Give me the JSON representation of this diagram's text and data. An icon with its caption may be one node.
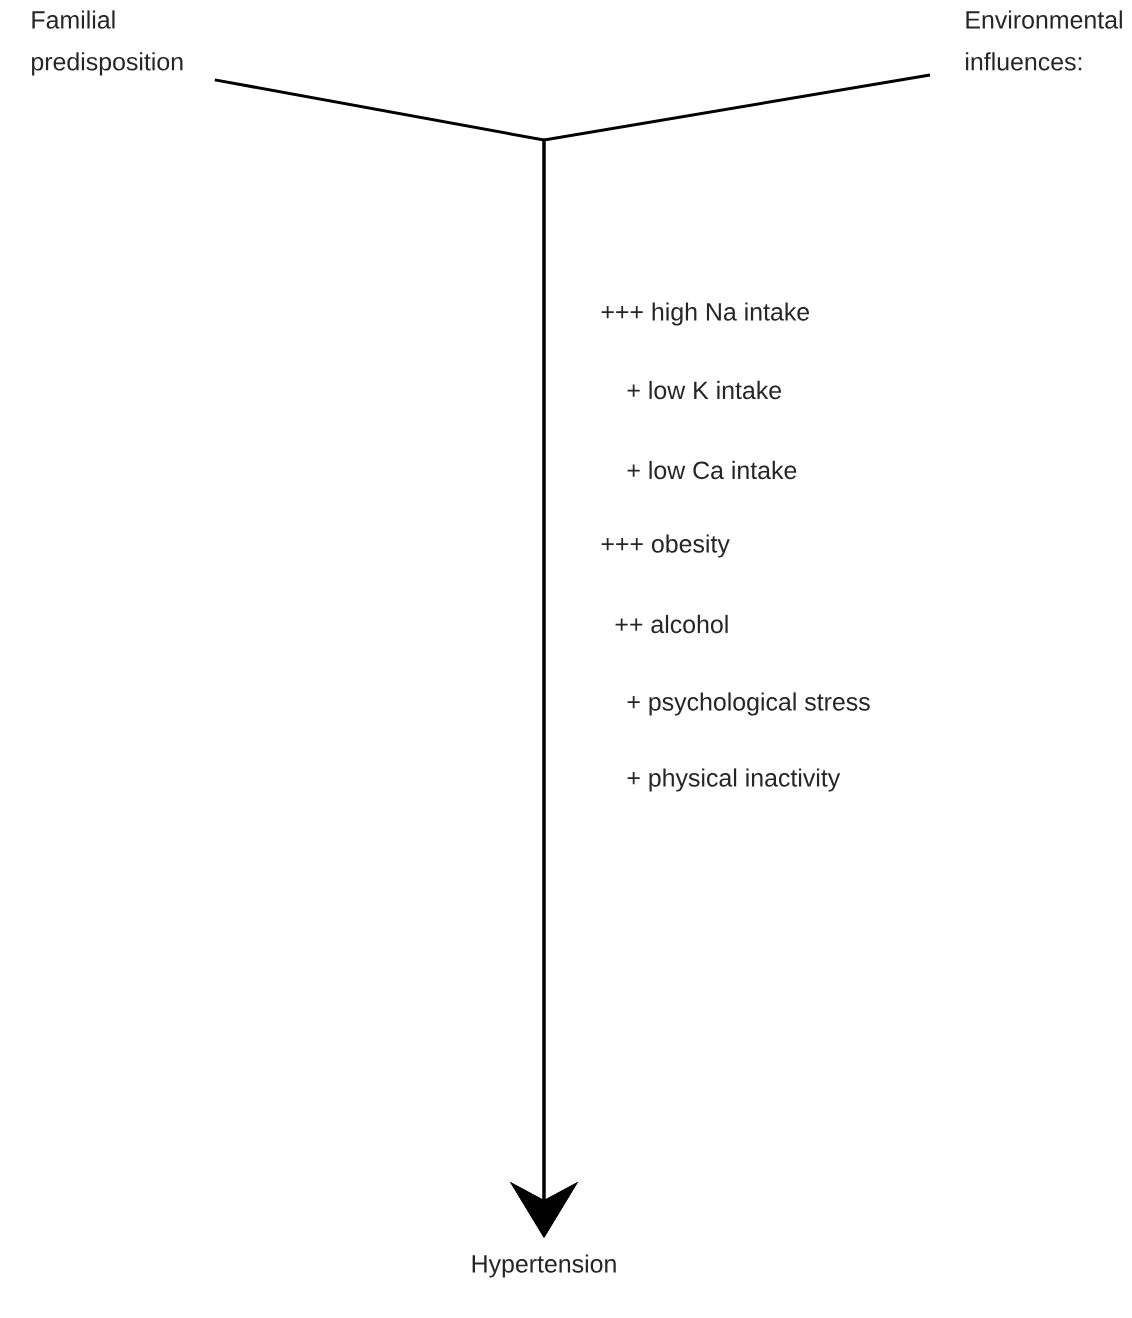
{
  "diagram": {
    "nodes": [
      {
        "text": [
          "Familial predisposition"
        ]
      },
      {
        "text": [
          "Environmental influences:"
        ]
      },
      {
        "text": [
          "Hypertension"
        ]
      }
    ],
    "edges": [
      {
        "from": 0,
        "to": 2,
        "arrow": "to"
      },
      {
        "from": 1,
        "to": 2,
        "arrow": "to"
      }
    ],
    "labels": [
      "+++ high Na intake",
      "+ low K intake",
      "+ low Ca intake",
      "+++ obesity",
      "++ alcohol",
      "+ psychological stress",
      "+ physical inactivity"
    ]
  }
}
